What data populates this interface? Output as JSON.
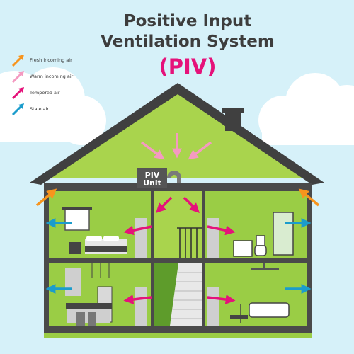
{
  "title": {
    "line1": "Positive Input",
    "line2": "Ventilation System",
    "line3": "(PIV)"
  },
  "legend": [
    {
      "label": "Fresh incoming air",
      "color": "#f7941d"
    },
    {
      "label": "Warm incoming air",
      "color": "#f49ac1"
    },
    {
      "label": "Tempered air",
      "color": "#e5127a"
    },
    {
      "label": "Stale air",
      "color": "#1b9ccc"
    }
  ],
  "unit": {
    "line1": "PIV",
    "line2": "Unit"
  },
  "colors": {
    "sky": "#d6f1f9",
    "roof": "#404040",
    "wall_green": "#8dc63f",
    "room_green": "#a2d149",
    "dark_green": "#5e9c2b",
    "fresh": "#f7941d",
    "warm": "#f49ac1",
    "tempered": "#e5127a",
    "stale": "#1b9ccc"
  }
}
